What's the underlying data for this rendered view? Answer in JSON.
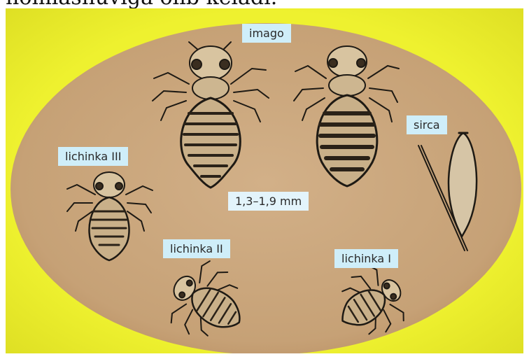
{
  "caption": "nomlashuviga olib keladi.",
  "labels": {
    "imago": "imago",
    "sirca": "sirca",
    "lichinka_iii": "lichinka III",
    "lichinka_ii": "lichinka II",
    "lichinka_i": "lichinka I",
    "size": "1,3–1,9 mm"
  },
  "colors": {
    "frame": "#e8ec2c",
    "oval": "#c9a57a",
    "label_bg": "#cfeef9",
    "ink": "#1e1a14"
  }
}
